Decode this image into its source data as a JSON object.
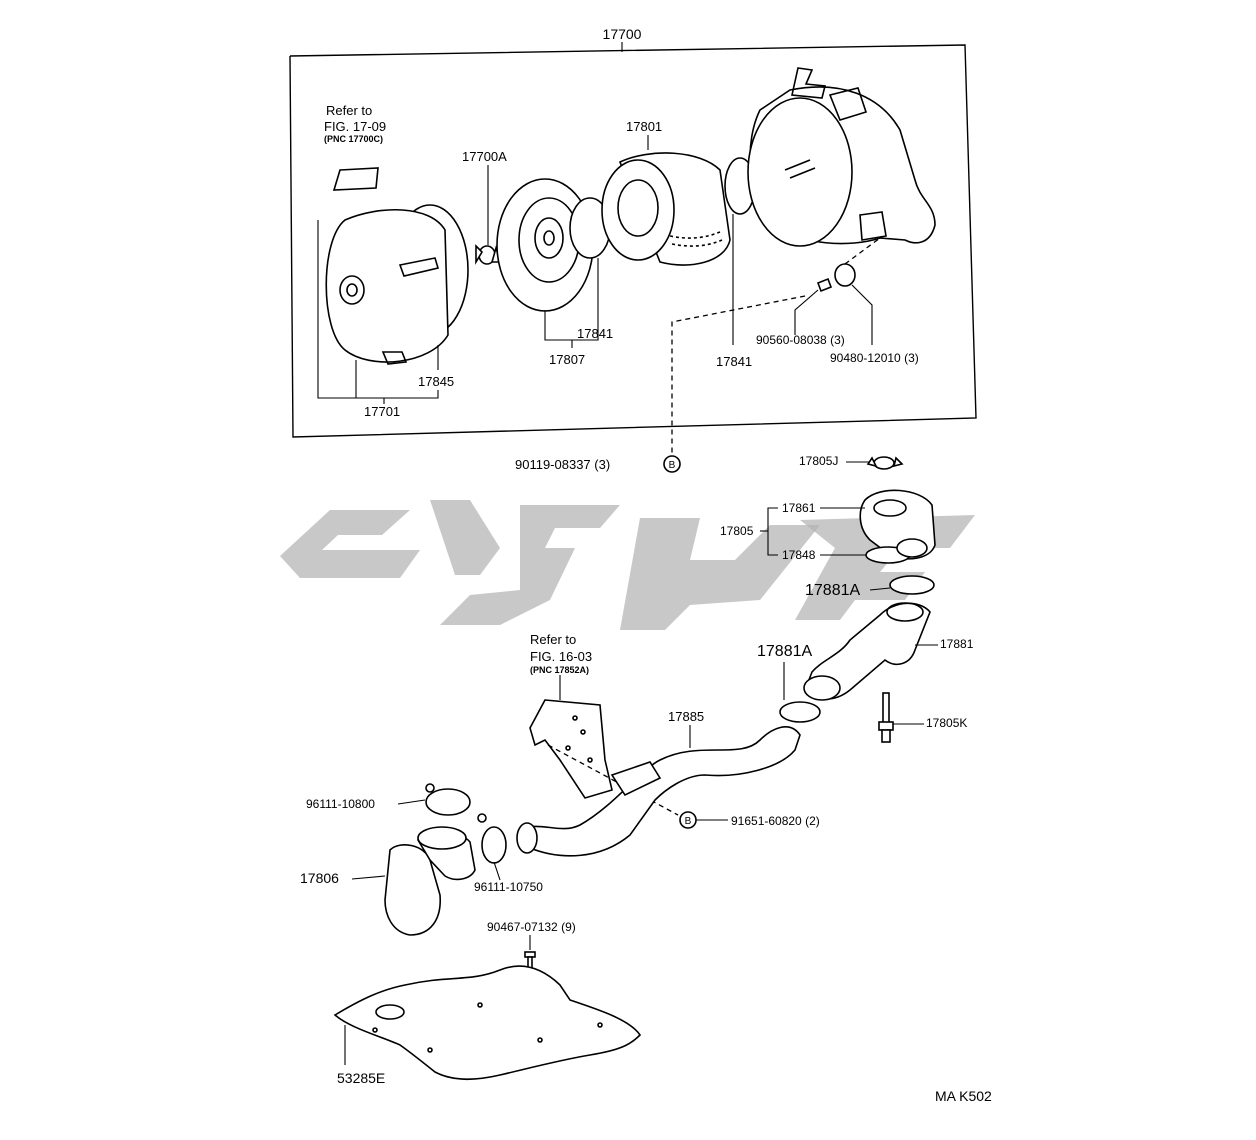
{
  "diagram": {
    "assembly_label": "17700",
    "refer_top": {
      "line1": "Refer to",
      "line2": "FIG. 17-09",
      "line3": "(PNC 17700C)"
    },
    "refer_mid": {
      "line1": "Refer to",
      "line2": "FIG. 16-03",
      "line3": "(PNC 17852A)"
    },
    "callout_mark": "B",
    "corner_code": "MA K502",
    "labels": {
      "p17700A": "17700A",
      "p17801": "17801",
      "p17841a": "17841",
      "p17841b": "17841",
      "p17807": "17807",
      "p17845": "17845",
      "p17701": "17701",
      "p90560": "90560-08038 (3)",
      "p90480": "90480-12010 (3)",
      "p90119": "90119-08337 (3)",
      "p17805J": "17805J",
      "p17861": "17861",
      "p17805": "17805",
      "p17848": "17848",
      "p17881Aa": "17881A",
      "p17881": "17881",
      "p17881Ab": "17881A",
      "p17805K": "17805K",
      "p17885": "17885",
      "p91651": "91651-60820 (2)",
      "p96111a": "96111-10800",
      "p17806": "17806",
      "p96111b": "96111-10750",
      "p90467": "90467-07132 (9)",
      "p53285E": "53285E"
    }
  }
}
